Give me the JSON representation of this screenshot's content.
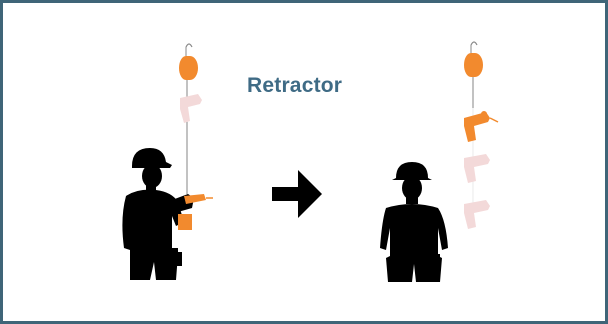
{
  "diagram": {
    "title": "Retractor",
    "colors": {
      "frame": "#3f6578",
      "title": "#3f6b85",
      "accent": "#f28a2e",
      "ghost": "#f3d9d9",
      "silhouette": "#000000"
    },
    "panels": [
      {
        "state": "using",
        "figure": "worker-holding-drill",
        "retractor_icon": "retractor-reel-icon",
        "tool_icon": "drill-icon"
      },
      {
        "state": "released",
        "figure": "worker-arms-down",
        "retractor_icon": "retractor-reel-icon",
        "tool_icon": "drill-icon"
      }
    ],
    "arrow_icon": "right-arrow-icon"
  }
}
